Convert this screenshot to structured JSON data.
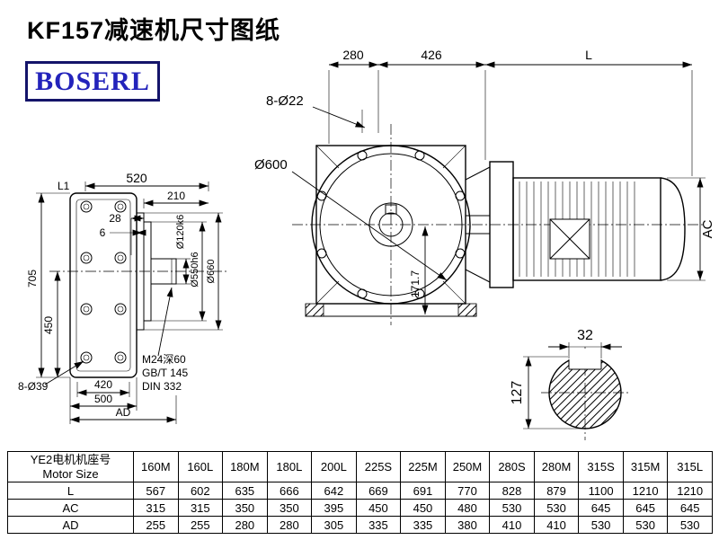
{
  "page": {
    "title": "KF157减速机尺寸图纸",
    "logo_text": "BOSERL"
  },
  "drawing": {
    "left_view": {
      "dims": {
        "l1": "L1",
        "d520": "520",
        "d210": "210",
        "d28": "28",
        "d6": "6",
        "d705": "705",
        "d450": "450",
        "holes": "8-Ø39",
        "d420": "420",
        "d500": "500",
        "ad": "AD",
        "shaft_dia": "Ø120k6",
        "spigot_dia": "Ø550h6",
        "flange_dia": "Ø660",
        "tap1": "M24深60",
        "tap2": "GB/T 145",
        "tap3": "DIN 332"
      }
    },
    "front_view": {
      "dims": {
        "d280": "280",
        "d426": "426",
        "l": "L",
        "holes": "8-Ø22",
        "flange_dia": "Ø600",
        "ac": "AC",
        "d171": "171.7"
      }
    },
    "shaft_section": {
      "dims": {
        "key_width": "32",
        "shaft_dia": "127"
      }
    }
  },
  "table": {
    "header_cn": "YE2电机机座号",
    "header_en": "Motor Size",
    "columns": [
      "160M",
      "160L",
      "180M",
      "180L",
      "200L",
      "225S",
      "225M",
      "250M",
      "280S",
      "280M",
      "315S",
      "315M",
      "315L"
    ],
    "rows": [
      {
        "label": "L",
        "values": [
          "567",
          "602",
          "635",
          "666",
          "642",
          "669",
          "691",
          "770",
          "828",
          "879",
          "1100",
          "1210",
          "1210"
        ]
      },
      {
        "label": "AC",
        "values": [
          "315",
          "315",
          "350",
          "350",
          "395",
          "450",
          "450",
          "480",
          "530",
          "530",
          "645",
          "645",
          "645"
        ]
      },
      {
        "label": "AD",
        "values": [
          "255",
          "255",
          "280",
          "280",
          "305",
          "335",
          "335",
          "380",
          "410",
          "410",
          "530",
          "530",
          "530"
        ]
      }
    ]
  }
}
